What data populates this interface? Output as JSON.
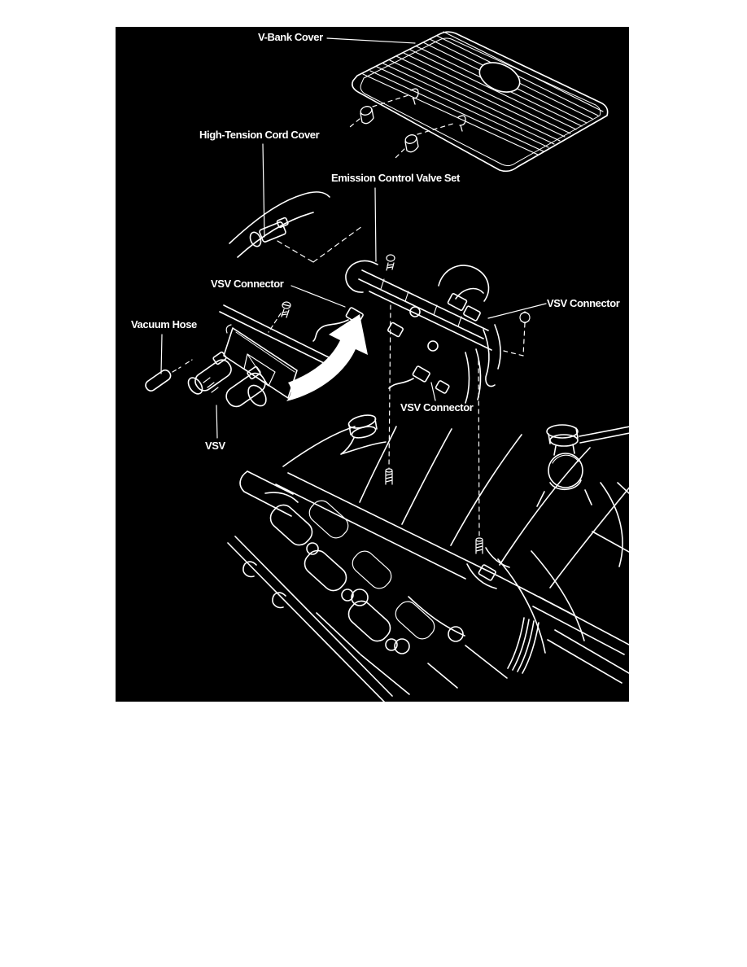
{
  "page": {
    "background": "#ffffff"
  },
  "diagram": {
    "type": "engine-component-exploded-diagram",
    "background": "#000000",
    "line_color": "#ffffff",
    "labels": {
      "v_bank_cover": "V-Bank Cover",
      "high_tension_cord_cover": "High-Tension Cord Cover",
      "emission_control_valve_set": "Emission Control Valve Set",
      "vsv_connector_left": "VSV Connector",
      "vsv_connector_right": "VSV Connector",
      "vsv_connector_bottom": "VSV Connector",
      "vacuum_hose": "Vacuum Hose",
      "vsv": "VSV"
    }
  }
}
